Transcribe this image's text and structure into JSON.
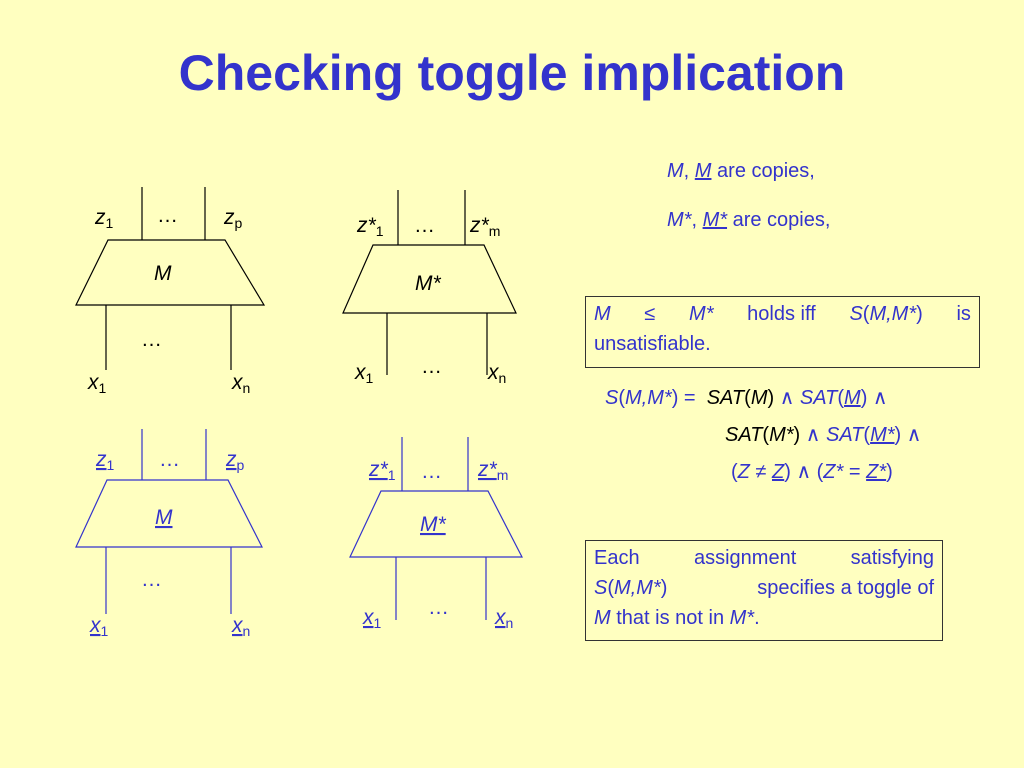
{
  "slide": {
    "title": "Checking toggle implication"
  },
  "labels": {
    "M": "M",
    "M_star": "M*",
    "z": "z",
    "z_star": "z*",
    "x": "x",
    "sub_1": "1",
    "sub_p": "p",
    "sub_m": "m",
    "sub_n": "n",
    "ellipsis": "…"
  },
  "notes": {
    "copies_1": {
      "a": "M",
      "sep": ",",
      "b": "M",
      "text": "are copies,"
    },
    "copies_2": {
      "a": "M*",
      "sep": ",",
      "b": "M*",
      "text": "are copies,"
    }
  },
  "box1": {
    "M": "M",
    "leq": "≤",
    "M_star": "M*",
    "holds": "holds iff",
    "S": "S",
    "args": "M,M*",
    "is": "is",
    "tail": "unsatisfiable."
  },
  "formula": {
    "line1": {
      "S": "S",
      "args": "M,M*",
      "eq": "=",
      "sat1": "SAT",
      "a1": "M",
      "and1": "∧",
      "sat2": "SAT",
      "a2": "M",
      "and2": "∧"
    },
    "line2": {
      "sat1": "SAT",
      "a1": "M*",
      "and1": "∧",
      "sat2": "SAT",
      "a2": "M*",
      "and2": "∧"
    },
    "line3": {
      "z1": "Z",
      "neq": "≠",
      "z2": "Z",
      "and": "∧",
      "zs1": "Z*",
      "eq": "=",
      "zs2": "Z*"
    }
  },
  "box2": {
    "line1": "Each assignment satisfying",
    "S": "S",
    "args": "M,M*",
    "specifies": "specifies a toggle of",
    "M": "M",
    "notin": "that is not in",
    "M_star": "M*",
    "period": "."
  },
  "colors": {
    "background": "#ffffc0",
    "title": "#3333cc",
    "black_diagram": "#000000",
    "blue_diagram": "#3333cc",
    "box_border": "#333333"
  }
}
